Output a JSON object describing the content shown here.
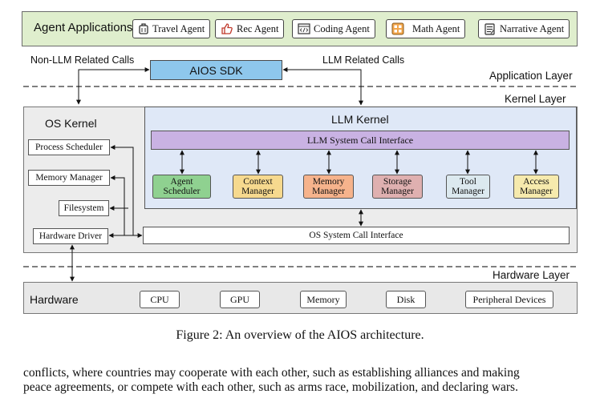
{
  "application_layer": {
    "title": "Agent Applications",
    "agents": [
      {
        "label": "Travel Agent",
        "icon": "luggage-icon"
      },
      {
        "label": "Rec Agent",
        "icon": "thumbs-up-icon"
      },
      {
        "label": "Coding Agent",
        "icon": "code-window-icon"
      },
      {
        "label": "Math Agent",
        "icon": "calculator-icon"
      },
      {
        "label": "Narrative Agent",
        "icon": "notepad-icon"
      }
    ],
    "sdk_label": "AIOS SDK",
    "non_llm_calls_label": "Non-LLM Related Calls",
    "llm_calls_label": "LLM Related Calls",
    "layer_label": "Application Layer"
  },
  "kernel_layer": {
    "layer_label": "Kernel Layer",
    "os_kernel": {
      "title": "OS Kernel",
      "components": [
        "Process Scheduler",
        "Memory Manager",
        "Filesystem",
        "Hardware Driver"
      ],
      "system_call_interface": "OS System Call Interface"
    },
    "llm_kernel": {
      "title": "LLM Kernel",
      "system_call_interface": "LLM System Call Interface",
      "managers": [
        {
          "line1": "Agent",
          "line2": "Scheduler",
          "color": "#8fd190"
        },
        {
          "line1": "Context",
          "line2": "Manager",
          "color": "#f6d98e"
        },
        {
          "line1": "Memory",
          "line2": "Manager",
          "color": "#f6b38c"
        },
        {
          "line1": "Storage",
          "line2": "Manager",
          "color": "#dfb0b0"
        },
        {
          "line1": "Tool",
          "line2": "Manager",
          "color": "#dce9ef"
        },
        {
          "line1": "Access",
          "line2": "Manager",
          "color": "#f6eaad"
        }
      ]
    }
  },
  "hardware_layer": {
    "layer_label": "Hardware Layer",
    "title": "Hardware",
    "items": [
      "CPU",
      "GPU",
      "Memory",
      "Disk",
      "Peripheral Devices"
    ]
  },
  "caption": "Figure 2: An overview of the AIOS architecture.",
  "body_text": {
    "line1": "conflicts, where countries may cooperate with each other, such as establishing alliances and making",
    "line2": "peace agreements, or compete with each other, such as arms race, mobilization, and declaring wars."
  },
  "colors": {
    "app_bar": "#dfeecd",
    "sdk": "#8ec7ec",
    "llm_kernel": "#dfe8f7",
    "llm_sci": "#c9b2e3",
    "kernel_bg": "#ececec",
    "hardware_bg": "#e8e8e8"
  }
}
